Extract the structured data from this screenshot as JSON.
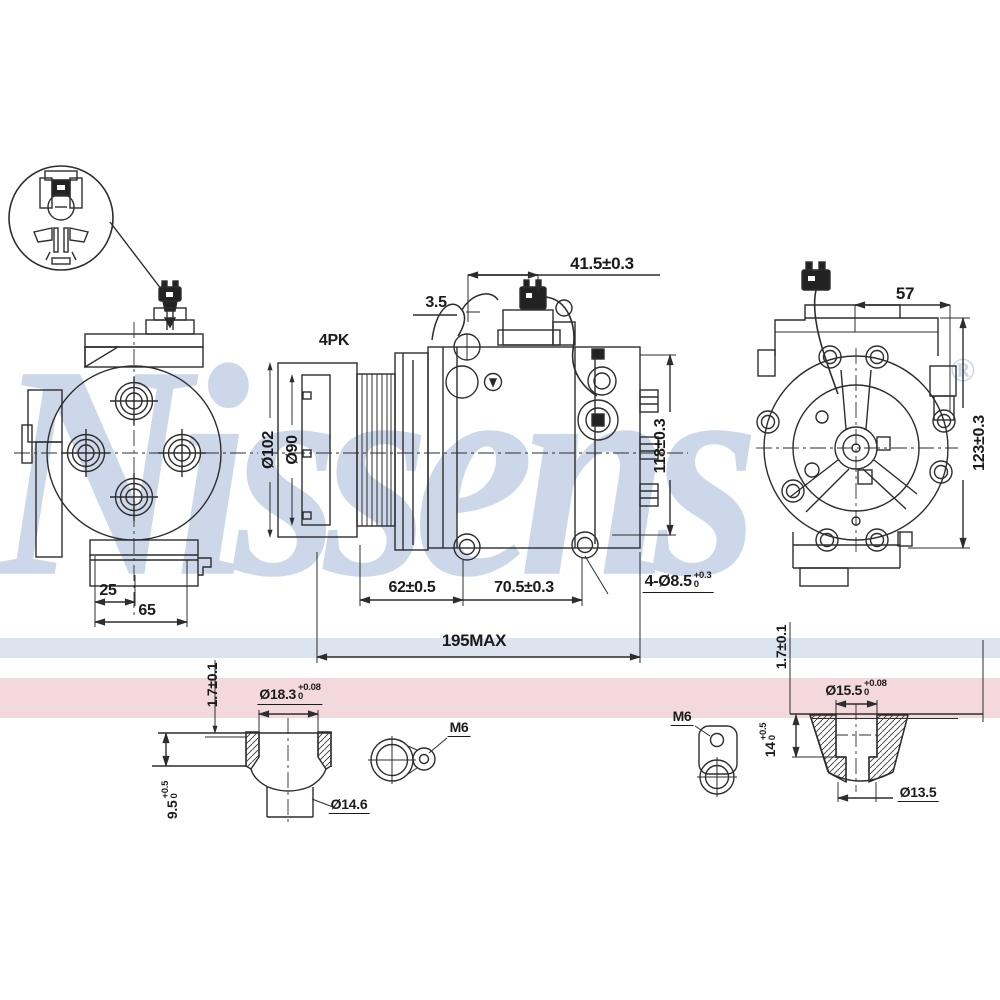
{
  "watermark": {
    "brand": "Nissens",
    "registered": "®",
    "color": "#ccd8e9"
  },
  "bands": {
    "blue": "#dbe4ef",
    "pink": "#f4d9dc"
  },
  "line_color": "#2d2d2d",
  "labels": {
    "pk": "4PK",
    "d102": "Ø102",
    "d90": "Ø90",
    "h35": "3.5",
    "h415": "41.5±0.3",
    "v118": "118±0.3",
    "h57": "57",
    "v123": "123±0.3",
    "h62": "62±0.5",
    "h705": "70.5±0.3",
    "holes": {
      "v": "4-Ø8.5",
      "tp": "+0.3",
      "tm": "0"
    },
    "h195": "195MAX",
    "h25": "25",
    "h65": "65",
    "v17a": "1.7±0.1",
    "d183": {
      "v": "Ø18.3",
      "tp": "+0.08",
      "tm": "0"
    },
    "v95": {
      "v": "9.5",
      "tp": "+0.5",
      "tm": "0"
    },
    "d146": "Ø14.6",
    "m6a": "M6",
    "m6b": "M6",
    "v17b": "1.7±0.1",
    "v14": {
      "v": "14",
      "tp": "+0.5",
      "tm": "0"
    },
    "d155": {
      "v": "Ø15.5",
      "tp": "+0.08",
      "tm": "0"
    },
    "d135": "Ø13.5"
  }
}
